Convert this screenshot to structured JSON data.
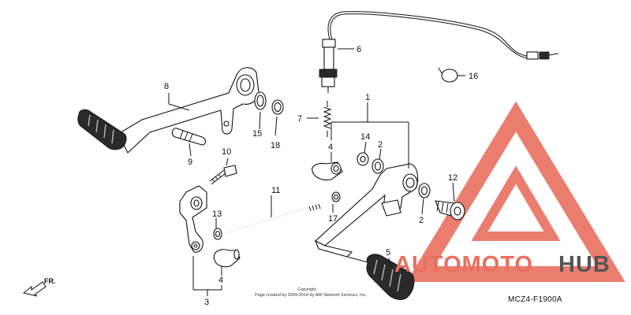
{
  "diagram": {
    "callouts": {
      "c1": "1",
      "c2a": "2",
      "c2b": "2",
      "c3": "3",
      "c4a": "4",
      "c4b": "4",
      "c5": "5",
      "c6": "6",
      "c7": "7",
      "c8": "8",
      "c9": "9",
      "c10": "10",
      "c11": "11",
      "c12": "12",
      "c13": "13",
      "c14": "14",
      "c15": "15",
      "c16": "16",
      "c17": "17",
      "c18": "18"
    },
    "front_label": "FR.",
    "copyright_line1": "Copyright",
    "copyright_line2": "Page created by 2004-2014 by ARI Network Services, Inc.",
    "diagram_code": "MCZ4-F1900A"
  },
  "watermark": {
    "word_part1": "AUTOMOTO",
    "word_part2": "HUB",
    "accent_color": "#e9705f",
    "dark_color": "#555555"
  }
}
